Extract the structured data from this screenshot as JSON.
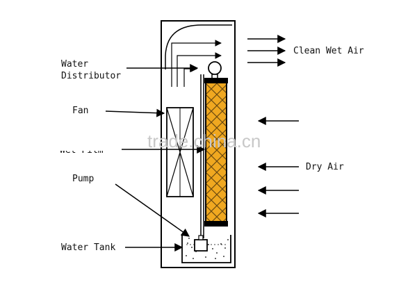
{
  "labels": {
    "water_distributor_line1": "Water",
    "water_distributor_line2": "Distributor",
    "fan": "Fan",
    "wet_film": "Wet Film",
    "pump": "Pump",
    "water_tank": "Water Tank",
    "clean_wet_air": "Clean Wet Air",
    "dry_air": "Dry Air"
  },
  "watermark": "trade.china.cn",
  "colors": {
    "line": "#000000",
    "pad_fill": "#f0a820",
    "pad_mesh": "#6b4a10",
    "watermark": "#c8c8c8"
  }
}
